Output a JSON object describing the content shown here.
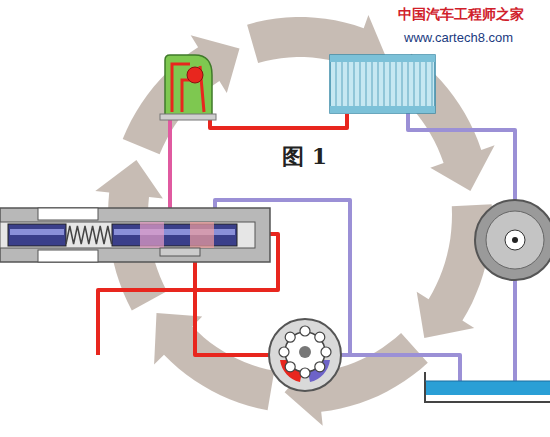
{
  "diagram": {
    "caption": "图 1",
    "nodes": [],
    "edges": [],
    "labels": [
      "中国汽车工程师之家",
      "www.cartech8.com"
    ]
  }
}
